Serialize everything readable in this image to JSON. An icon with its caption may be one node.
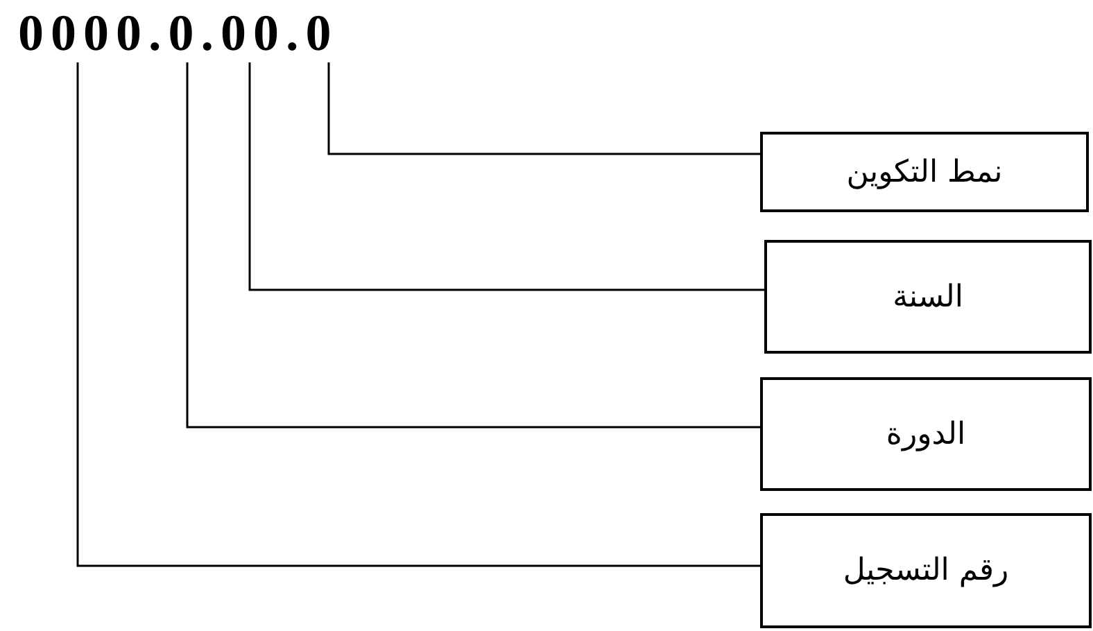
{
  "diagram": {
    "nodes": [
      {
        "text": [
          "نمط التكوين"
        ]
      },
      {
        "text": [
          "السنة"
        ]
      },
      {
        "text": [
          "الدورة"
        ]
      },
      {
        "text": [
          "رقم التسجيل"
        ]
      }
    ],
    "edges": [
      {
        "from": 0,
        "to": null,
        "arrow": "none"
      },
      {
        "from": 1,
        "to": null,
        "arrow": "none"
      },
      {
        "from": 2,
        "to": null,
        "arrow": "none"
      },
      {
        "from": 3,
        "to": null,
        "arrow": "none"
      }
    ],
    "labels": [
      "0000.0.00.0"
    ]
  }
}
